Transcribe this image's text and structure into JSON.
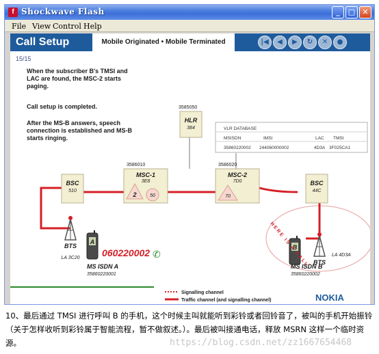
{
  "window": {
    "title": "Shockwave Flash",
    "buttons": {
      "minimize": "_",
      "maximize": "□",
      "close": "✕"
    }
  },
  "menu": {
    "items": [
      "File",
      "View",
      "Control",
      "Help"
    ]
  },
  "slide": {
    "title": "Call Setup",
    "scenario": "Mobile Originated • Mobile Terminated",
    "page": "15/15",
    "nav": [
      "|◀",
      "◀",
      "▶",
      "↻",
      "✕",
      "●"
    ],
    "description": [
      "When the subscriber B's TMSI and LAC are found, the MSC-2 starts paging.",
      "Call setup is completed.",
      "After the MS-B answers, speech connection is established and MS-B starts ringing."
    ]
  },
  "network": {
    "hlr": {
      "id": "3585050",
      "label": "HLR",
      "sub": "384"
    },
    "msc1": {
      "id": "3586010",
      "label": "MSC-1",
      "sub": "3E8",
      "badge_a": "2",
      "badge_b": "50"
    },
    "msc2": {
      "id": "3586020",
      "label": "MSC-2",
      "sub": "7D0",
      "badge": "70"
    },
    "bsc_a": {
      "label": "BSC",
      "sub": "510"
    },
    "bsc_b": {
      "label": "BSC",
      "sub": "44C"
    },
    "bts_a": {
      "label": "BTS",
      "la": "LA 3C20"
    },
    "bts_b": {
      "label": "BTS",
      "la": "LA 4D3A"
    },
    "ms_a": {
      "label": "MS ISDN A",
      "number": "35860220001",
      "screen": "A"
    },
    "ms_b": {
      "label": "MS ISDN B",
      "number": "35860220002",
      "screen": "B"
    },
    "dialed": "060220002",
    "call_label": "HERE IS A CALL",
    "vlr": {
      "title": "VLR DATABASE",
      "headers": [
        "MSISDN",
        "IMSI",
        "LAC",
        "TMSI"
      ],
      "row": [
        "35860220002",
        "244060000002",
        "4D3A",
        "3F025CA1"
      ]
    }
  },
  "legend": {
    "signalling": "Signalling channel",
    "traffic": "Traffic channel (and signalling channel)",
    "brand": "NOKIA"
  },
  "caption": "10、最后通过 TMSI 进行呼叫 B 的手机，这个时候主叫就能听到彩铃或者回铃音了，被叫的手机开始振铃（关于怎样收听到彩铃属于智能流程，暂不做叙述。）。最后被叫接通电话，释放 MSRN 这样一个临时资源。",
  "watermark": "https://blog.csdn.net/zz1667654468",
  "colors": {
    "accent": "#1e5b9c",
    "traffic": "#d41f26",
    "signal": "#d41f26",
    "node": "#f2efd2"
  }
}
